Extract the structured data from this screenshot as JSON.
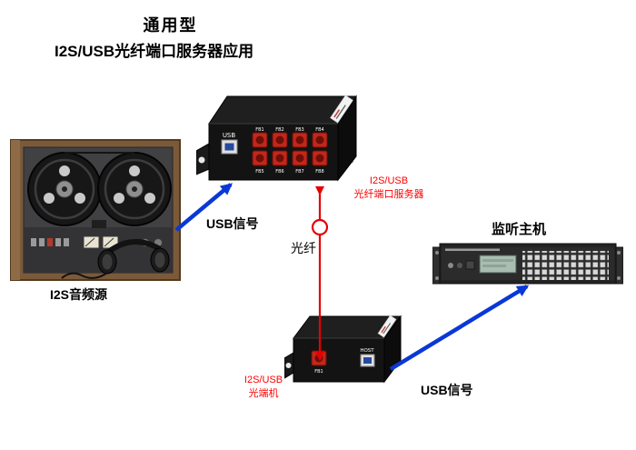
{
  "title": {
    "line1": "通用型",
    "line2": "I2S/USB光纤端口服务器应用"
  },
  "source": {
    "label": "I2S音频源"
  },
  "connections": {
    "usb_left_label": "USB信号",
    "usb_right_label": "USB信号",
    "fiber_label": "光纤"
  },
  "fiber_server": {
    "caption_line1": "I2S/USB",
    "caption_line2": "光纤端口服务器",
    "usb_port_label": "USB",
    "fiber_ports": [
      "FB1",
      "FB2",
      "FB3",
      "FB4",
      "FB5",
      "FB6",
      "FB7",
      "FB8"
    ]
  },
  "optical_terminal": {
    "caption_line1": "I2S/USB",
    "caption_line2": "光端机",
    "fiber_port_label": "FB1",
    "usb_port_label": "HOST"
  },
  "monitor": {
    "label": "监听主机"
  },
  "colors": {
    "arrow_blue": "#0a38d6",
    "fiber_line_red": "#e60000",
    "caption_red": "#ff0000",
    "connector_red": "#c1271a",
    "wood_brown": "#7b5a3a"
  }
}
